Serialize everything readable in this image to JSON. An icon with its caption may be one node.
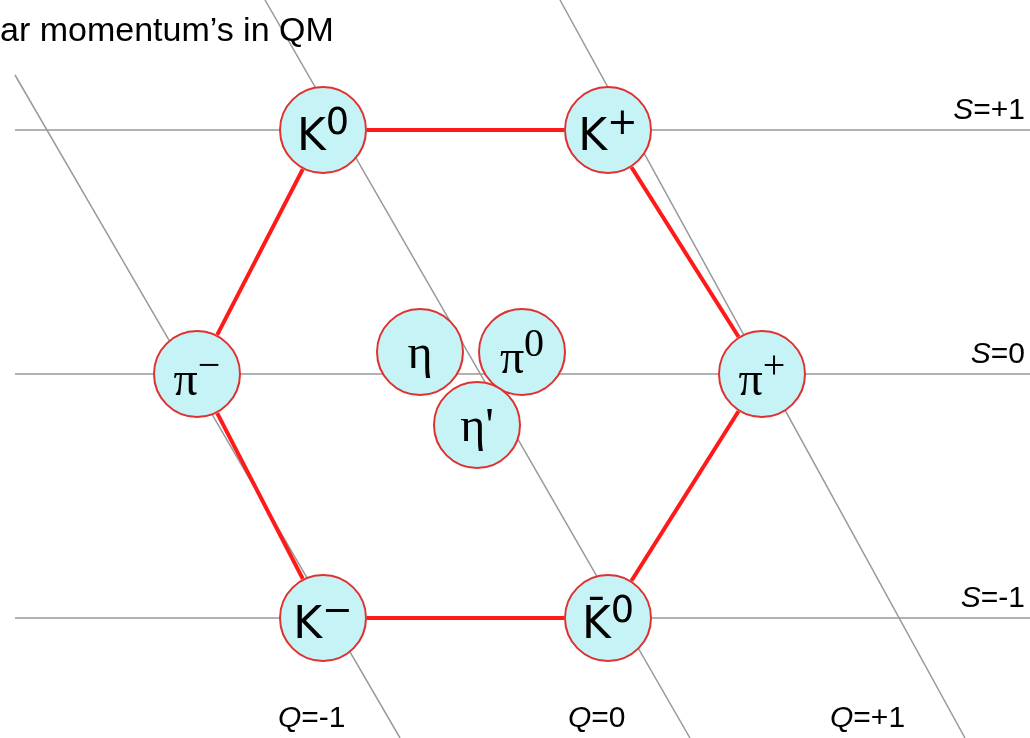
{
  "diagram": {
    "title": "ar momentum’s in QM",
    "nodes": [
      {
        "text": [
          "K$^{0}$"
        ]
      },
      {
        "text": [
          "K$^{+}$"
        ]
      },
      {
        "text": [
          "π$^{−}$"
        ]
      },
      {
        "text": [
          "η"
        ]
      },
      {
        "text": [
          "π$^{0}$"
        ]
      },
      {
        "text": [
          "η'"
        ]
      },
      {
        "text": [
          "π$^{+}$"
        ]
      },
      {
        "text": [
          "K$^{−}$"
        ]
      },
      {
        "text": [
          "K̄$^{0}$"
        ]
      }
    ],
    "edges": [
      {
        "from": 0,
        "to": 1,
        "arrow": "none"
      },
      {
        "from": 1,
        "to": 6,
        "arrow": "none"
      },
      {
        "from": 6,
        "to": 8,
        "arrow": "none"
      },
      {
        "from": 8,
        "to": 7,
        "arrow": "none"
      },
      {
        "from": 7,
        "to": 2,
        "arrow": "none"
      },
      {
        "from": 2,
        "to": 0,
        "arrow": "none"
      }
    ],
    "labels": [
      "*S*=+1",
      "*S*=0",
      "*S*=-1",
      "*Q*=-1",
      "*Q*=0",
      "*Q*=+1"
    ]
  }
}
